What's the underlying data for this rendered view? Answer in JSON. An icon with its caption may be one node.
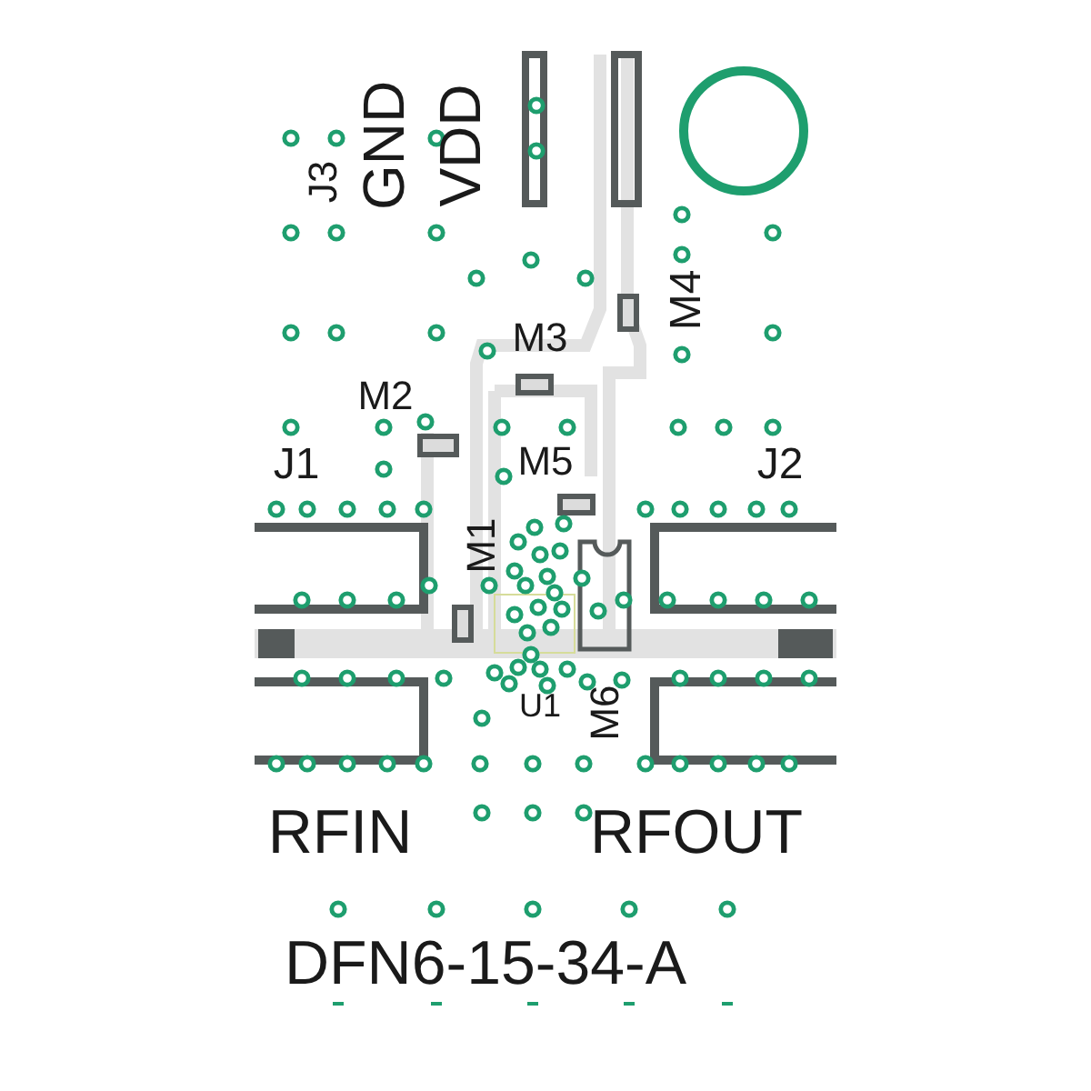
{
  "diagram": {
    "labels": [
      "GND",
      "VDD",
      "J3",
      "M4",
      "M3",
      "M2",
      "J1",
      "M5",
      "J2",
      "M1",
      "U1",
      "M6",
      "RFIN",
      "RFOUT",
      "DFN6-15-34-A"
    ]
  }
}
